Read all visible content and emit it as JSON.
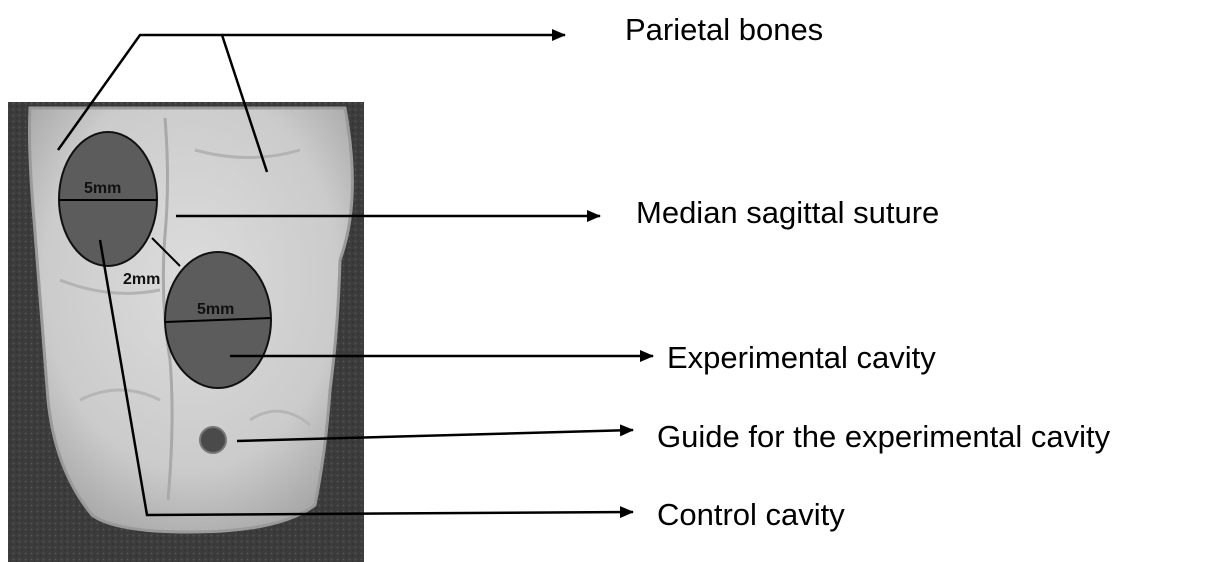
{
  "labels": {
    "parietal_bones": "Parietal bones",
    "median_sagittal_suture": "Median sagittal suture",
    "experimental_cavity": "Experimental cavity",
    "guide": "Guide for the experimental cavity",
    "control_cavity": "Control cavity"
  },
  "measurements": {
    "control_diameter": "5mm",
    "experimental_diameter": "5mm",
    "gap": "2mm"
  },
  "colors": {
    "background": "#ffffff",
    "radiograph_dark": "#3a3a3a",
    "bone": "#cfcfcf",
    "cavity": "#5a5a5a",
    "line": "#000000"
  }
}
